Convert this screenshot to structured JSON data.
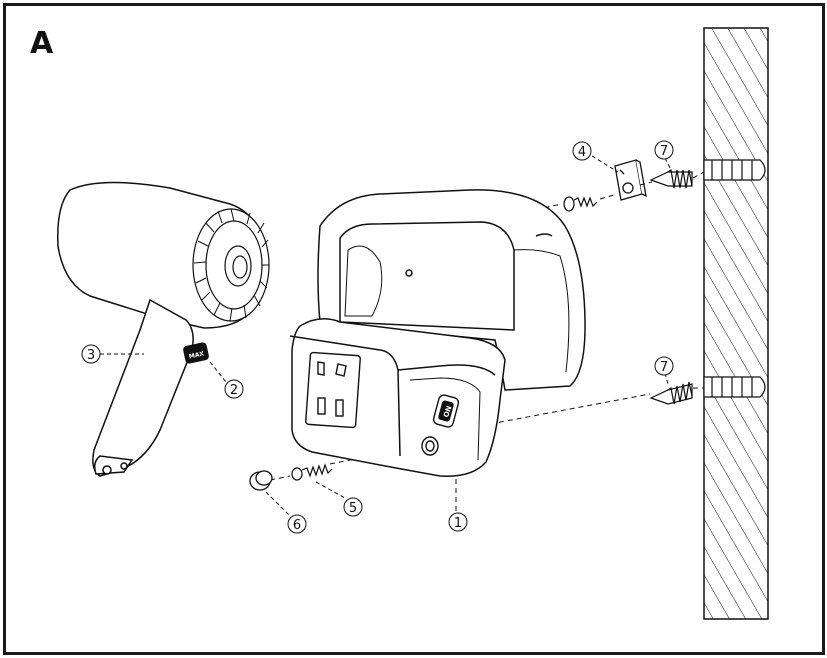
{
  "panel_label": "A",
  "callouts": {
    "c1": "1",
    "c2": "2",
    "c3": "3",
    "c4": "4",
    "c5": "5",
    "c6": "6",
    "c7a": "7",
    "c7b": "7"
  },
  "dryer_switch_text": "MAX",
  "holder_button_text": "ON"
}
